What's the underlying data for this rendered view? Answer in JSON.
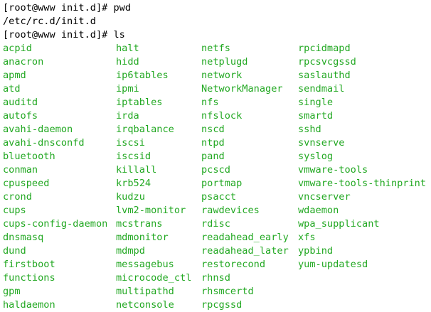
{
  "session": {
    "prompt1": "[root@www init.d]# pwd",
    "output1": "/etc/rc.d/init.d",
    "prompt2": "[root@www init.d]# ls"
  },
  "listing": {
    "columns": [
      [
        "acpid",
        "anacron",
        "apmd",
        "atd",
        "auditd",
        "autofs",
        "avahi-daemon",
        "avahi-dnsconfd",
        "bluetooth",
        "conman",
        "cpuspeed",
        "crond",
        "cups",
        "cups-config-daemon",
        "dnsmasq",
        "dund",
        "firstboot",
        "functions",
        "gpm",
        "haldaemon"
      ],
      [
        "halt",
        "hidd",
        "ip6tables",
        "ipmi",
        "iptables",
        "irda",
        "irqbalance",
        "iscsi",
        "iscsid",
        "killall",
        "krb524",
        "kudzu",
        "lvm2-monitor",
        "mcstrans",
        "mdmonitor",
        "mdmpd",
        "messagebus",
        "microcode_ctl",
        "multipathd",
        "netconsole"
      ],
      [
        "netfs",
        "netplugd",
        "network",
        "NetworkManager",
        "nfs",
        "nfslock",
        "nscd",
        "ntpd",
        "pand",
        "pcscd",
        "portmap",
        "psacct",
        "rawdevices",
        "rdisc",
        "readahead_early",
        "readahead_later",
        "restorecond",
        "rhnsd",
        "rhsmcertd",
        "rpcgssd"
      ],
      [
        "rpcidmapd",
        "rpcsvcgssd",
        "saslauthd",
        "sendmail",
        "single",
        "smartd",
        "sshd",
        "svnserve",
        "syslog",
        "vmware-tools",
        "vmware-tools-thinprint",
        "vncserver",
        "wdaemon",
        "wpa_supplicant",
        "xfs",
        "ypbind",
        "yum-updatesd"
      ]
    ]
  },
  "colors": {
    "background": "#ffffff",
    "prompt_text": "#000000",
    "listing_text": "#22a822"
  }
}
